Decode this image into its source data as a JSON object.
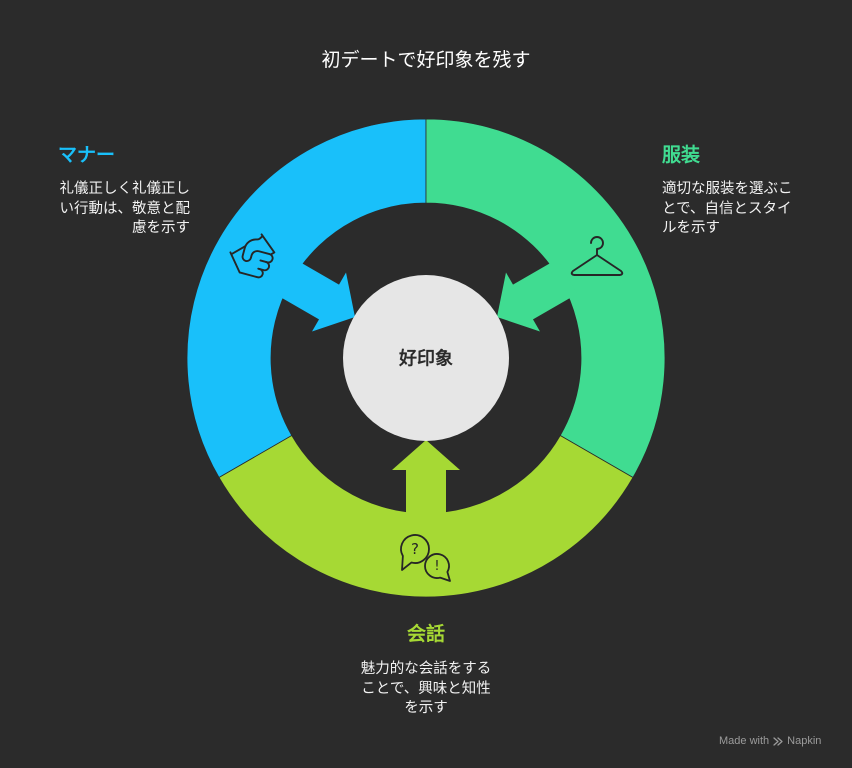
{
  "title": "初デートで好印象を残す",
  "colors": {
    "background": "#2b2b2b",
    "icon_stroke": "#262626",
    "footer_text": "#9b9b9b"
  },
  "center": {
    "label": "好印象",
    "fill_color": "#e6e6e6",
    "text_color": "#2b2b2b"
  },
  "segments": {
    "manner": {
      "title": "マナー",
      "color": "#19c0fa",
      "icon": "handshake-icon",
      "description_lines": [
        "礼儀正しく礼儀正し",
        "い行動は、敬意と配",
        "慮を示す"
      ]
    },
    "clothing": {
      "title": "服装",
      "color": "#40dc91",
      "icon": "hanger-icon",
      "description_lines": [
        "適切な服装を選ぶこ",
        "とで、自信とスタイ",
        "ルを示す"
      ]
    },
    "conversation": {
      "title": "会話",
      "color": "#a6d934",
      "icon": "speech-bubbles-icon",
      "icon_marks": [
        "?",
        "!"
      ],
      "description_lines": [
        "魅力的な会話をする",
        "ことで、興味と知性",
        "を示す"
      ]
    }
  },
  "footer": {
    "prefix": "Made with",
    "brand": "Napkin",
    "icon": "napkin-logo-icon"
  }
}
